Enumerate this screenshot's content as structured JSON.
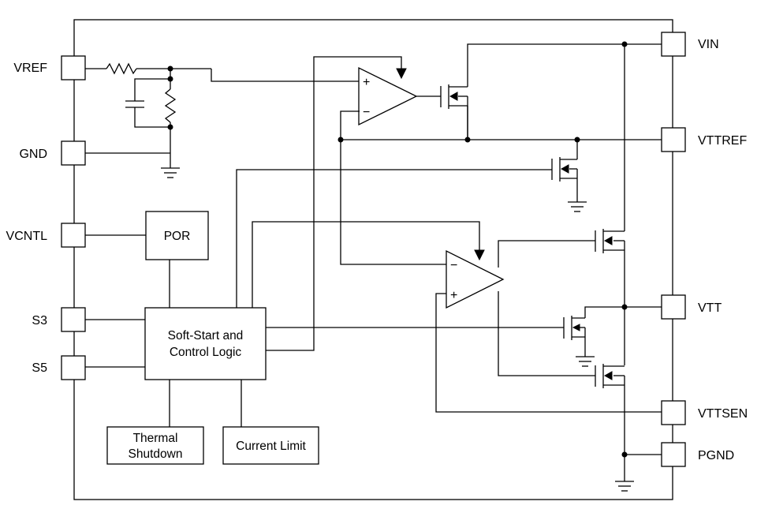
{
  "pins": {
    "vref": "VREF",
    "gnd": "GND",
    "vcntl": "VCNTL",
    "s3": "S3",
    "s5": "S5",
    "vin": "VIN",
    "vttref": "VTTREF",
    "vtt": "VTT",
    "vttsen": "VTTSEN",
    "pgnd": "PGND"
  },
  "blocks": {
    "por": "POR",
    "control_line1": "Soft-Start and",
    "control_line2": "Control Logic",
    "thermal_line1": "Thermal",
    "thermal_line2": "Shutdown",
    "current_limit": "Current Limit"
  },
  "amp_signs": {
    "plus": "+",
    "minus": "−"
  }
}
